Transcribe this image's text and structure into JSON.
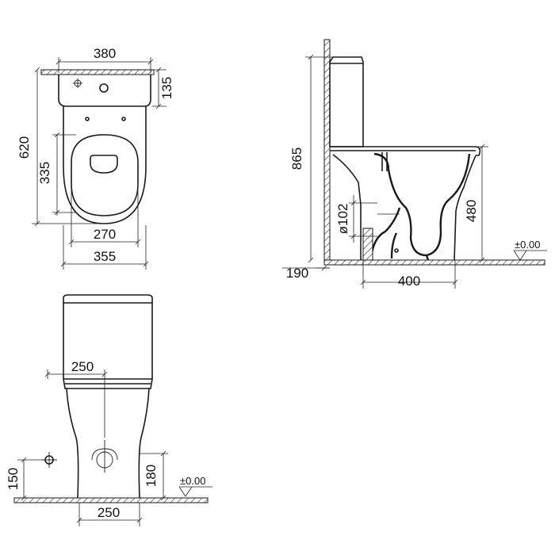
{
  "top_view": {
    "width_label": "380",
    "tank_depth_label": "135",
    "total_length_label": "620",
    "bowl_length_label": "335",
    "inner_width_label": "270",
    "outer_width_label": "355"
  },
  "side_view": {
    "height_label": "865",
    "rim_height_label": "480",
    "outlet_diameter_label": "ø102",
    "outlet_height_label": "190",
    "outlet_distance_label": "400",
    "floor_level_label": "±0.00"
  },
  "front_view": {
    "top_width_label": "250",
    "base_width_label": "250",
    "inlet_height_label": "150",
    "outlet_height_label": "180",
    "floor_level_label": "±0.00"
  }
}
